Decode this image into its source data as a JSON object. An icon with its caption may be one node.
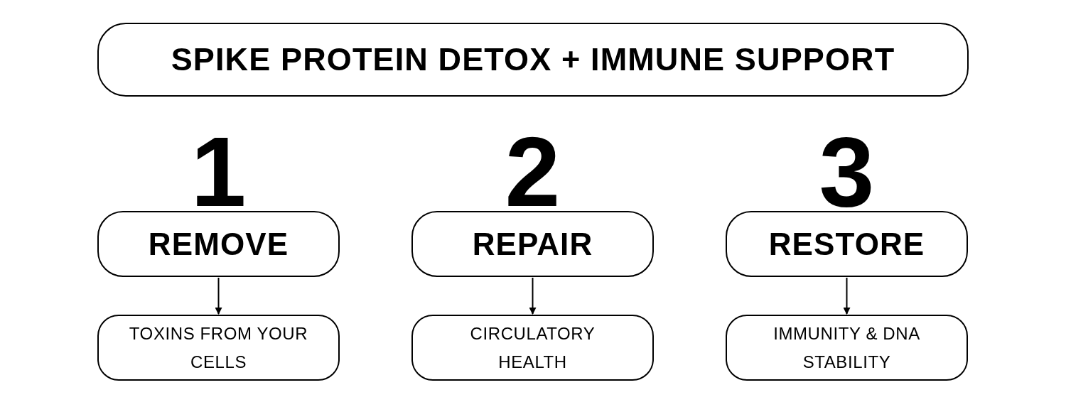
{
  "diagram": {
    "nodes": [
      {
        "text": [
          "SPIKE PROTEIN DETOX + IMMUNE SUPPORT"
        ]
      },
      {
        "text": [
          "REMOVE"
        ],
        "beside": [
          "1"
        ]
      },
      {
        "text": [
          "REPAIR"
        ],
        "beside": [
          "2"
        ]
      },
      {
        "text": [
          "RESTORE"
        ],
        "beside": [
          "3"
        ]
      },
      {
        "text": [
          "TOXINS FROM YOUR CELLS"
        ]
      },
      {
        "text": [
          "CIRCULATORY HEALTH"
        ]
      },
      {
        "text": [
          "IMMUNITY & DNA STABILITY"
        ]
      }
    ],
    "edges": [
      {
        "from": 1,
        "to": 4,
        "arrow": "to"
      },
      {
        "from": 2,
        "to": 5,
        "arrow": "to"
      },
      {
        "from": 3,
        "to": 6,
        "arrow": "to"
      }
    ]
  }
}
